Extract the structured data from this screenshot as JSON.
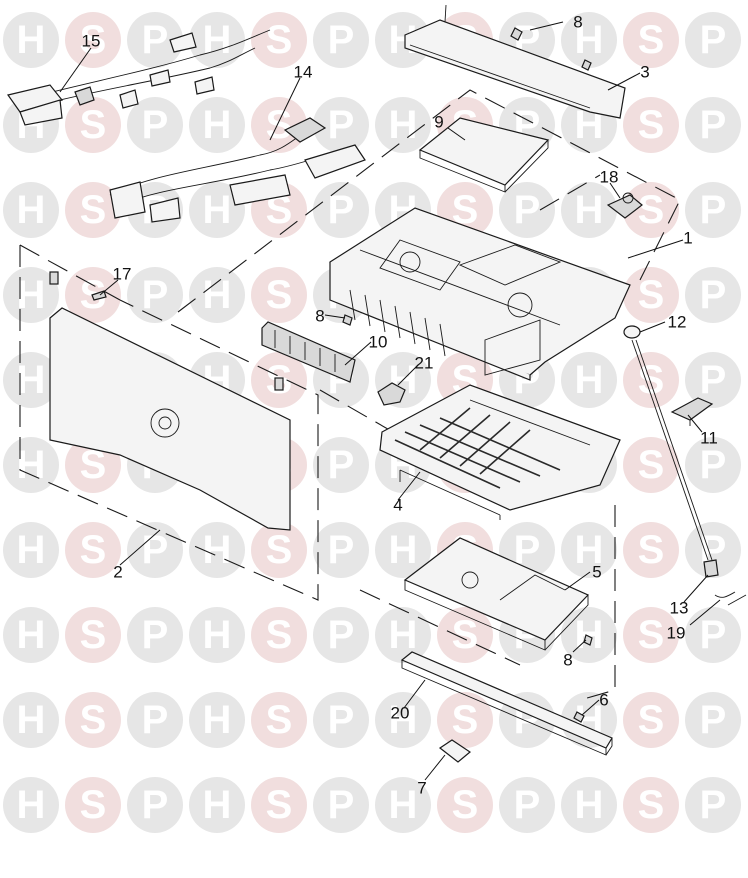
{
  "watermark": {
    "letters": [
      "H",
      "S",
      "P"
    ],
    "circle_color": "#e6e6e6",
    "accent_circle_color": "#f1dede",
    "letter_color": "#ffffff"
  },
  "callouts": [
    {
      "id": "1",
      "label": "1"
    },
    {
      "id": "2",
      "label": "2"
    },
    {
      "id": "3",
      "label": "3"
    },
    {
      "id": "4",
      "label": "4"
    },
    {
      "id": "5",
      "label": "5"
    },
    {
      "id": "6",
      "label": "6"
    },
    {
      "id": "7",
      "label": "7"
    },
    {
      "id": "8a",
      "label": "8"
    },
    {
      "id": "8b",
      "label": "8"
    },
    {
      "id": "8c",
      "label": "8"
    },
    {
      "id": "9",
      "label": "9"
    },
    {
      "id": "10",
      "label": "10"
    },
    {
      "id": "11",
      "label": "11"
    },
    {
      "id": "12",
      "label": "12"
    },
    {
      "id": "13",
      "label": "13"
    },
    {
      "id": "14",
      "label": "14"
    },
    {
      "id": "15",
      "label": "15"
    },
    {
      "id": "17",
      "label": "17"
    },
    {
      "id": "18",
      "label": "18"
    },
    {
      "id": "19",
      "label": "19"
    },
    {
      "id": "20",
      "label": "20"
    },
    {
      "id": "21",
      "label": "21"
    }
  ]
}
